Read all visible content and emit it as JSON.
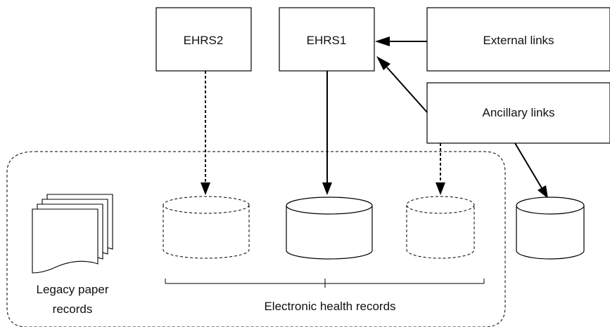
{
  "nodes": {
    "ehrs2": "EHRS2",
    "ehrs1": "EHRS1",
    "external_links": "External links",
    "ancillary_links": "Ancillary links"
  },
  "groups": {
    "legacy_line1": "Legacy paper",
    "legacy_line2": "records",
    "electronic": "Electronic health records"
  }
}
